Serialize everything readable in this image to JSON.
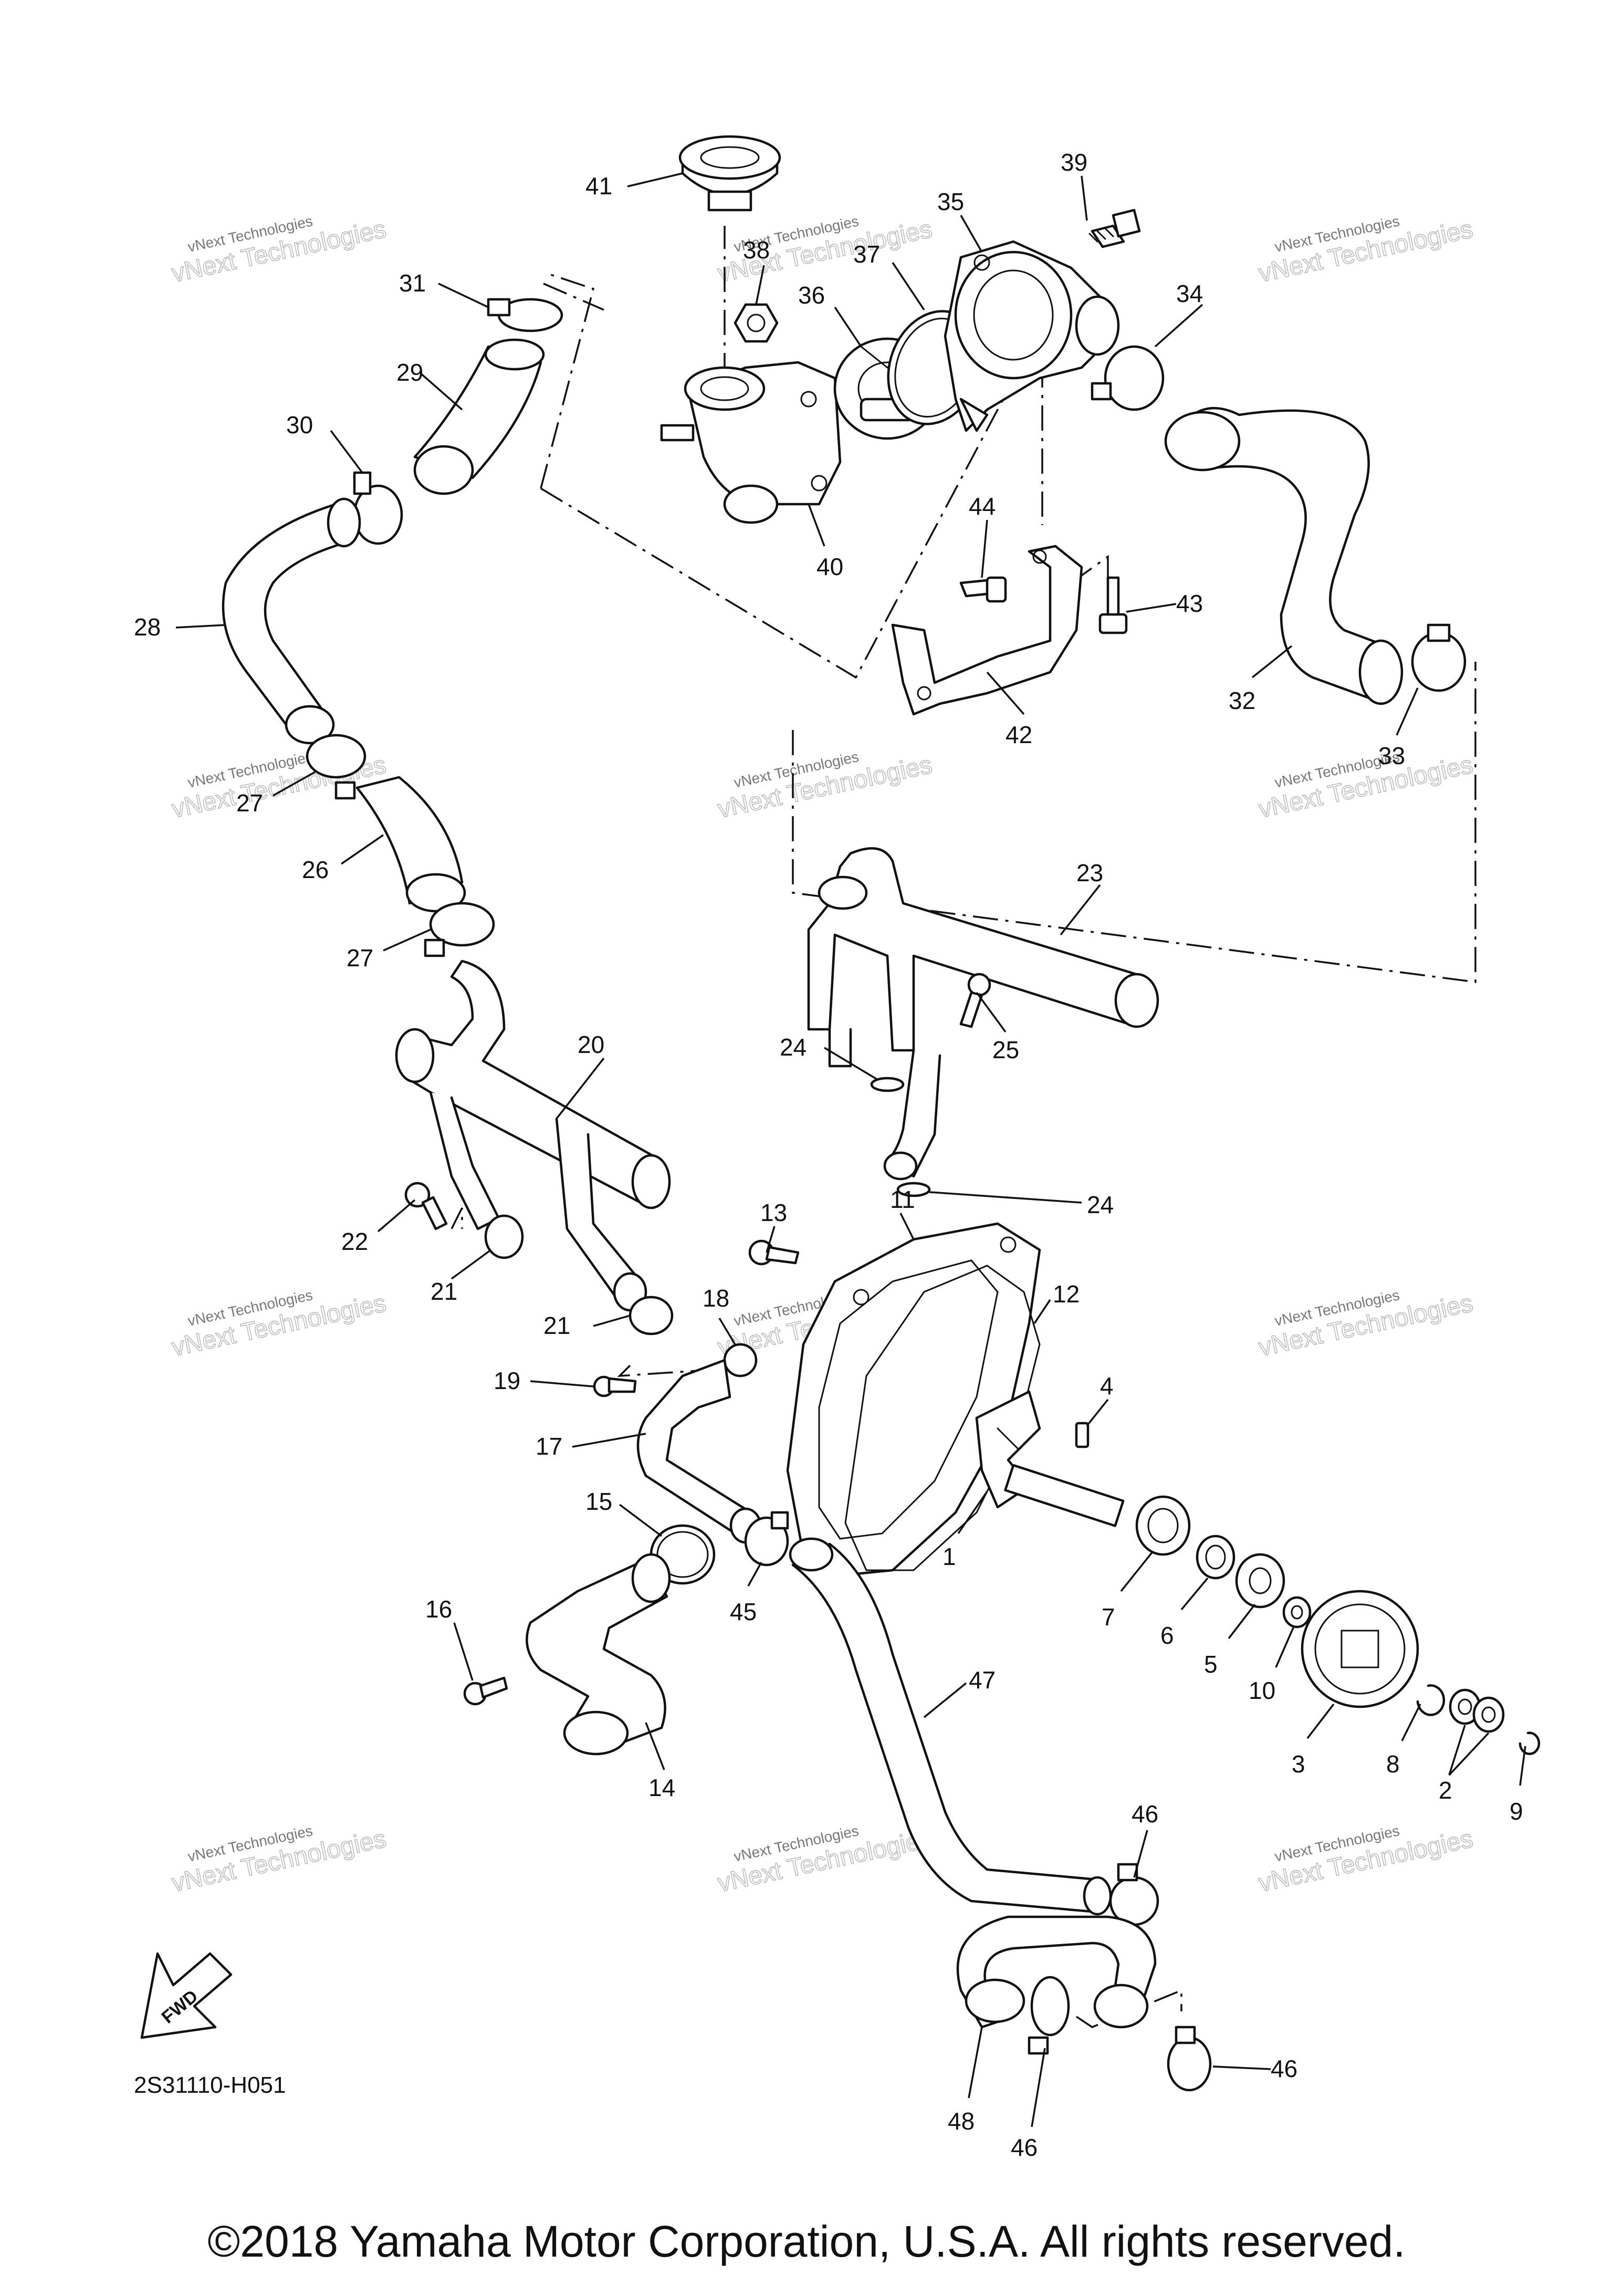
{
  "diagram": {
    "part_code": "2S31110-H051",
    "fwd_label": "FWD",
    "copyright": "©2018 Yamaha Motor Corporation, U.S.A. All rights reserved.",
    "watermark": {
      "line1": "vNext Technologies",
      "line2": "vNext Technologies"
    },
    "callouts": [
      {
        "id": "c1",
        "label": "1"
      },
      {
        "id": "c2",
        "label": "2"
      },
      {
        "id": "c3",
        "label": "3"
      },
      {
        "id": "c4",
        "label": "4"
      },
      {
        "id": "c5",
        "label": "5"
      },
      {
        "id": "c6",
        "label": "6"
      },
      {
        "id": "c7",
        "label": "7"
      },
      {
        "id": "c8",
        "label": "8"
      },
      {
        "id": "c9",
        "label": "9"
      },
      {
        "id": "c10",
        "label": "10"
      },
      {
        "id": "c11",
        "label": "11"
      },
      {
        "id": "c12",
        "label": "12"
      },
      {
        "id": "c13",
        "label": "13"
      },
      {
        "id": "c14",
        "label": "14"
      },
      {
        "id": "c15",
        "label": "15"
      },
      {
        "id": "c16",
        "label": "16"
      },
      {
        "id": "c17",
        "label": "17"
      },
      {
        "id": "c18",
        "label": "18"
      },
      {
        "id": "c19",
        "label": "19"
      },
      {
        "id": "c20",
        "label": "20"
      },
      {
        "id": "c21a",
        "label": "21"
      },
      {
        "id": "c21b",
        "label": "21"
      },
      {
        "id": "c22",
        "label": "22"
      },
      {
        "id": "c23",
        "label": "23"
      },
      {
        "id": "c24a",
        "label": "24"
      },
      {
        "id": "c24b",
        "label": "24"
      },
      {
        "id": "c25",
        "label": "25"
      },
      {
        "id": "c26",
        "label": "26"
      },
      {
        "id": "c27a",
        "label": "27"
      },
      {
        "id": "c27b",
        "label": "27"
      },
      {
        "id": "c28",
        "label": "28"
      },
      {
        "id": "c29",
        "label": "29"
      },
      {
        "id": "c30",
        "label": "30"
      },
      {
        "id": "c31",
        "label": "31"
      },
      {
        "id": "c32",
        "label": "32"
      },
      {
        "id": "c33",
        "label": "33"
      },
      {
        "id": "c34",
        "label": "34"
      },
      {
        "id": "c35",
        "label": "35"
      },
      {
        "id": "c36",
        "label": "36"
      },
      {
        "id": "c37",
        "label": "37"
      },
      {
        "id": "c38",
        "label": "38"
      },
      {
        "id": "c39",
        "label": "39"
      },
      {
        "id": "c40",
        "label": "40"
      },
      {
        "id": "c41",
        "label": "41"
      },
      {
        "id": "c42",
        "label": "42"
      },
      {
        "id": "c43",
        "label": "43"
      },
      {
        "id": "c44",
        "label": "44"
      },
      {
        "id": "c45",
        "label": "45"
      },
      {
        "id": "c46a",
        "label": "46"
      },
      {
        "id": "c46b",
        "label": "46"
      },
      {
        "id": "c46c",
        "label": "46"
      },
      {
        "id": "c47",
        "label": "47"
      },
      {
        "id": "c48",
        "label": "48"
      }
    ]
  }
}
